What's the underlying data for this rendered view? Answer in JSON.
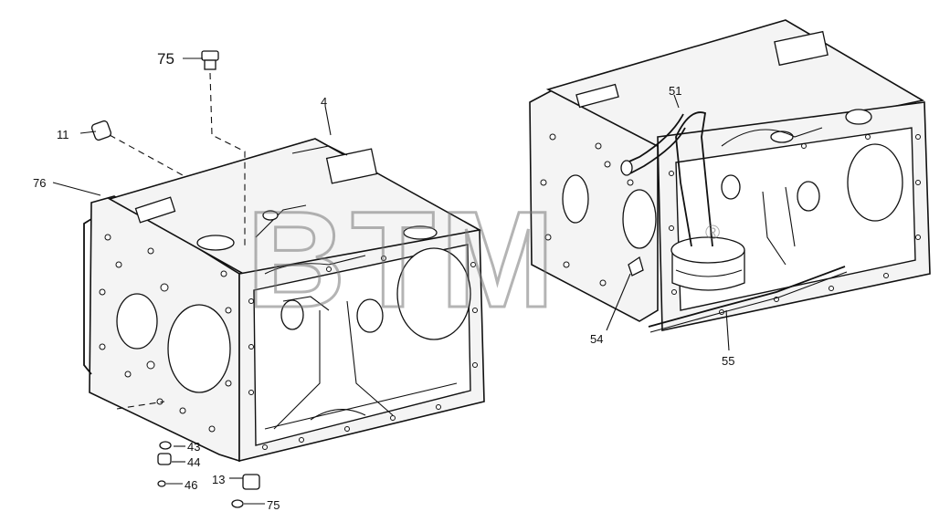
{
  "diagram": {
    "watermark": "BTM",
    "watermark_mark": "®",
    "callouts": [
      {
        "id": "c75top",
        "text": "75"
      },
      {
        "id": "c4",
        "text": "4"
      },
      {
        "id": "c11",
        "text": "11"
      },
      {
        "id": "c76",
        "text": "76"
      },
      {
        "id": "c43",
        "text": "43"
      },
      {
        "id": "c44",
        "text": "44"
      },
      {
        "id": "c46",
        "text": "46"
      },
      {
        "id": "c13",
        "text": "13"
      },
      {
        "id": "c75bot",
        "text": "75"
      },
      {
        "id": "c51",
        "text": "51"
      },
      {
        "id": "c54",
        "text": "54"
      },
      {
        "id": "c55",
        "text": "55"
      }
    ]
  }
}
